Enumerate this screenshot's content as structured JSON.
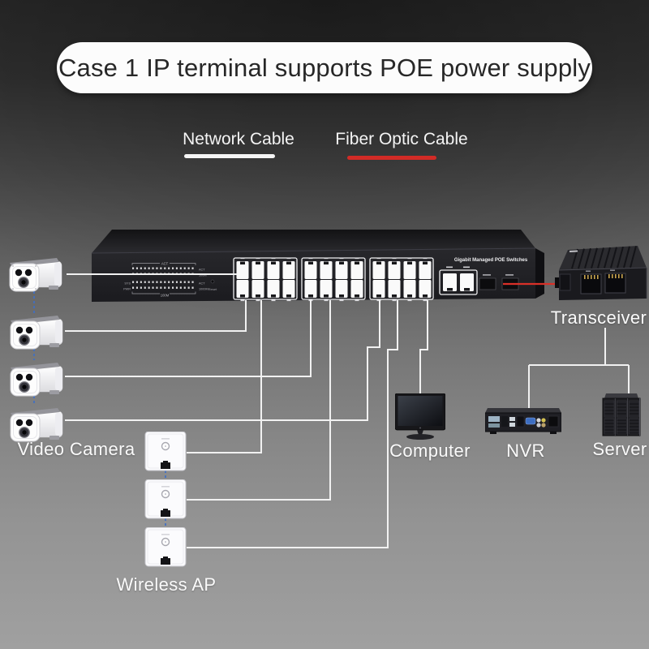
{
  "title": "Case 1 IP terminal supports POE power supply",
  "legend": {
    "network": {
      "label": "Network Cable",
      "line_color": "#f5f5f5"
    },
    "fiber": {
      "label": "Fiber Optic Cable",
      "line_color": "#d22b26"
    }
  },
  "switch": {
    "model_label": "Gigabit Managed POE Switches",
    "reset_label": "Reset",
    "led_bracket_top": "ACT",
    "led_bracket_bottom": "100M",
    "led_row_labels": [
      "ACT",
      "100M",
      "ACT",
      "1000M"
    ],
    "led_left_labels": [
      "SYS",
      "PWR"
    ]
  },
  "labels": {
    "video_camera": "Video Camera",
    "wireless_ap": "Wireless AP",
    "computer": "Computer",
    "nvr": "NVR",
    "server": "Server",
    "transceiver": "Transceiver"
  },
  "colors": {
    "network_cable": "#f1f1f1",
    "fiber_cable": "#d93028",
    "camera_chain_dash": "#3f6fc4"
  }
}
